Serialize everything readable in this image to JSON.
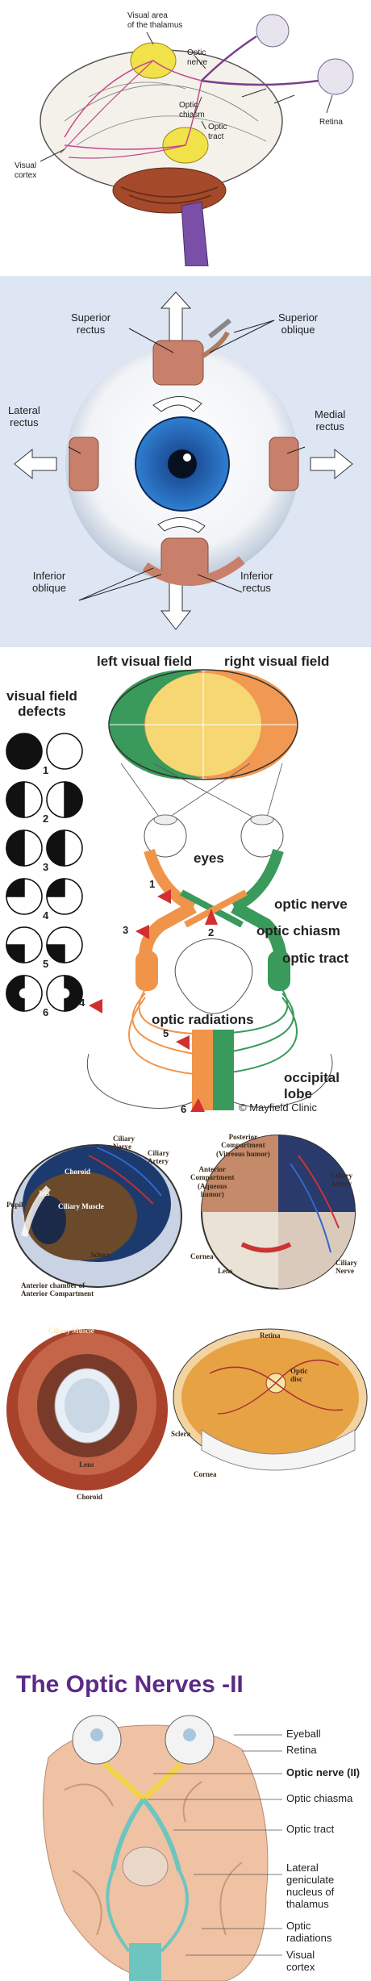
{
  "panel1": {
    "labels": {
      "visual_area": "Visual area\nof the thalamus",
      "optic_nerve": "Optic\nnerve",
      "optic_chiasm": "Optic\nchiasm",
      "retina": "Retina",
      "optic_tract": "Optic\ntract",
      "visual_cortex": "Visual\ncortex"
    }
  },
  "panel2": {
    "labels": {
      "superior_rectus": "Superior\nrectus",
      "superior_oblique": "Superior\noblique",
      "lateral_rectus": "Lateral\nrectus",
      "medial_rectus": "Medial\nrectus",
      "inferior_oblique": "Inferior\noblique",
      "inferior_rectus": "Inferior\nrectus"
    },
    "colors": {
      "background": "#dde6f2",
      "iris": "#1f5fb0",
      "muscle": "#c9806a"
    }
  },
  "panel3": {
    "title_left": "left visual field",
    "title_right": "right visual field",
    "defects_title": "visual field\ndefects",
    "defect_numbers": [
      "1",
      "2",
      "3",
      "4",
      "5",
      "6"
    ],
    "labels": {
      "eyes": "eyes",
      "optic_nerve": "optic nerve",
      "optic_chiasm": "optic chiasm",
      "optic_tract": "optic tract",
      "optic_radiations": "optic radiations",
      "occipital_lobe": "occipital\nlobe",
      "credit": "© Mayfield Clinic"
    },
    "colors": {
      "green": "#3a9a5b",
      "orange": "#f0944a",
      "yellow": "#f7d774",
      "marker": "#d23030"
    }
  },
  "panel4": {
    "labels": {
      "ciliary_nerve": "Ciliary\nNerve",
      "ciliary_artery": "Ciliary\nArtery",
      "choroid": "Choroid",
      "pupil": "Pupil",
      "iris": "Iris",
      "ciliary_muscle": "Ciliary Muscle",
      "sclera": "Sclera",
      "anterior_chamber": "Anterior chamber of\nAnterior Compartment",
      "posterior_compartment": "Posterior\nCompartment\n(Vitreous humor)",
      "anterior_compartment": "Anterior\nCompartment\n(Aqueous\nhumor)",
      "ciliary_artery_r": "Ciliary\nArtery",
      "cornea": "Cornea",
      "lens": "Lens",
      "ciliary_nerve_r": "Ciliary\nNerve"
    }
  },
  "panel5": {
    "labels": {
      "ciliary_muscle": "Ciliary Muscle",
      "lens": "Lens",
      "choroid": "Choroid",
      "retina": "Retina",
      "optic_disc": "Optic\ndisc",
      "sclera": "Sclera",
      "cornea": "Cornea"
    }
  },
  "panel6": {
    "title": "The Optic Nerves -II",
    "labels": {
      "eyeball": "Eyeball",
      "retina": "Retina",
      "optic_nerve": "Optic nerve (II)",
      "optic_chiasma": "Optic chiasma",
      "optic_tract": "Optic tract",
      "lgn": "Lateral\ngeniculate\nnucleus of\nthalamus",
      "optic_radiations": "Optic\nradiations",
      "visual_cortex": "Visual\ncortex"
    }
  }
}
